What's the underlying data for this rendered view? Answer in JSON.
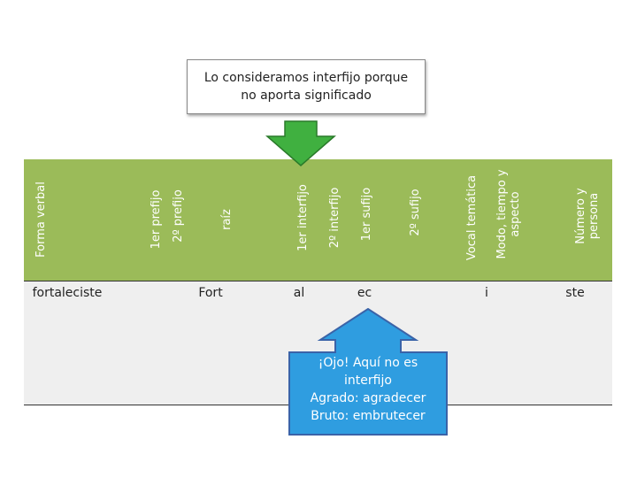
{
  "colors": {
    "header_band": "#9bbb59",
    "body_band": "#efefef",
    "green_arrow": "#40b040",
    "blue_callout": "#2f9de0"
  },
  "top_callout": {
    "line1": "Lo consideramos interfijo porque",
    "line2": "no aporta significado"
  },
  "headers": {
    "forma_verbal": "Forma verbal",
    "prefijo1": "1er prefijo",
    "prefijo2": "2º prefijo",
    "raiz": "raíz",
    "interfijo1": "1er interfijo",
    "interfijo2": "2º interfijo",
    "sufijo1": "1er sufijo",
    "sufijo2": "2º sufijo",
    "vocal_tematica": "Vocal temática",
    "modo_line1": "Modo, tiempo y",
    "modo_line2": "aspecto",
    "numero_line1": "Número y",
    "numero_line2": "persona"
  },
  "row": {
    "forma_verbal": "fortaleciste",
    "raiz": "Fort",
    "interfijo1": "al",
    "sufijo1": "ec",
    "modo": "i",
    "numero": "ste"
  },
  "bottom_callout": {
    "line1": "¡Ojo! Aquí no es",
    "line2": "interfijo",
    "line3": "Agrado: agradecer",
    "line4": "Bruto: embrutecer"
  }
}
